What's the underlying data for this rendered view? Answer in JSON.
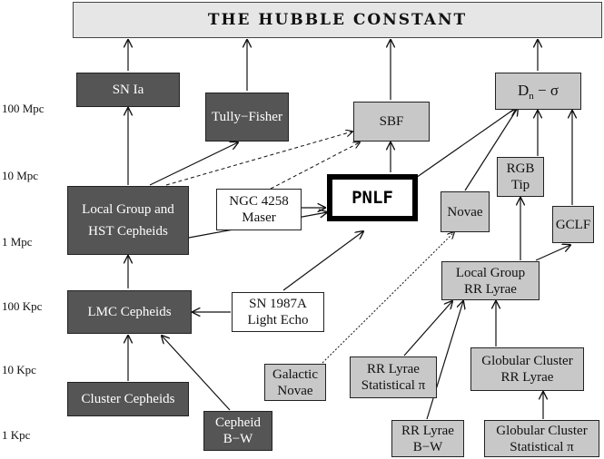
{
  "title": "THE  HUBBLE  CONSTANT",
  "scale_labels": [
    "100 Mpc",
    "10 Mpc",
    "1 Mpc",
    "100 Kpc",
    "10 Kpc",
    "1 Kpc"
  ],
  "nodes": {
    "sn_ia": "SN Ia",
    "tully_fisher": "Tully−Fisher",
    "sbf": "SBF",
    "dn_sigma_main": "D",
    "dn_sigma_sub": "n",
    "dn_sigma_rest": " − σ",
    "rgb_tip_1": "RGB",
    "rgb_tip_2": "Tip",
    "gclf": "GCLF",
    "local_group_1": "Local Group and",
    "local_group_2": "HST Cepheids",
    "maser_1": "NGC 4258",
    "maser_2": "Maser",
    "pnlf": "PNLF",
    "novae": "Novae",
    "lg_rr_1": "Local Group",
    "lg_rr_2": "RR Lyrae",
    "lmc": "LMC Cepheids",
    "sn1987_1": "SN 1987A",
    "sn1987_2": "Light Echo",
    "gal_novae_1": "Galactic",
    "gal_novae_2": "Novae",
    "rr_stat_1": "RR Lyrae",
    "rr_stat_2": "Statistical π",
    "gc_rr_1": "Globular Cluster",
    "gc_rr_2": "RR Lyrae",
    "cluster_ceph": "Cluster Cepheids",
    "ceph_bw_1": "Cepheid",
    "ceph_bw_2": "B−W",
    "rr_bw_1": "RR Lyrae",
    "rr_bw_2": "B−W",
    "gc_stat_1": "Globular Cluster",
    "gc_stat_2": "Statistical π"
  },
  "colors": {
    "dark": "#555555",
    "light": "#c8c8c8",
    "line": "#111111"
  }
}
